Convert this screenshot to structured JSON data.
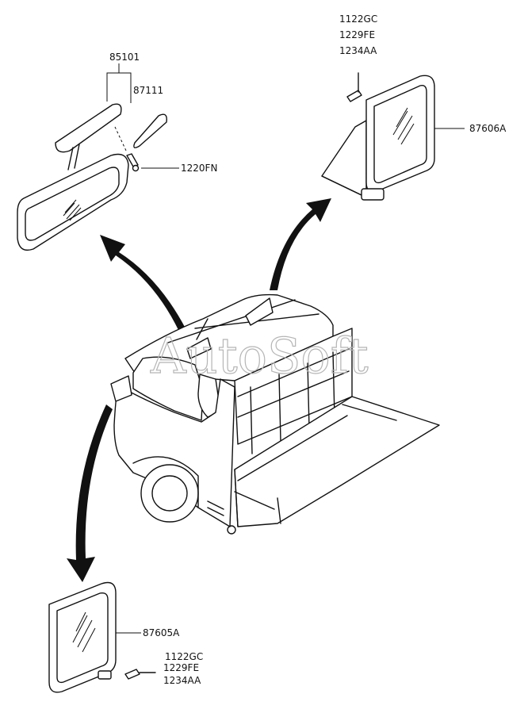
{
  "watermark": "AutoSoft",
  "labels": {
    "p85101": "85101",
    "p87111": "87111",
    "p1220FN": "1220FN",
    "p87606A": "87606A",
    "p87605A": "87605A",
    "fasteners_right": [
      "1122GC",
      "1229FE",
      "1234AA"
    ],
    "fasteners_left": [
      "1122GC",
      "1229FE",
      "1234AA"
    ]
  }
}
